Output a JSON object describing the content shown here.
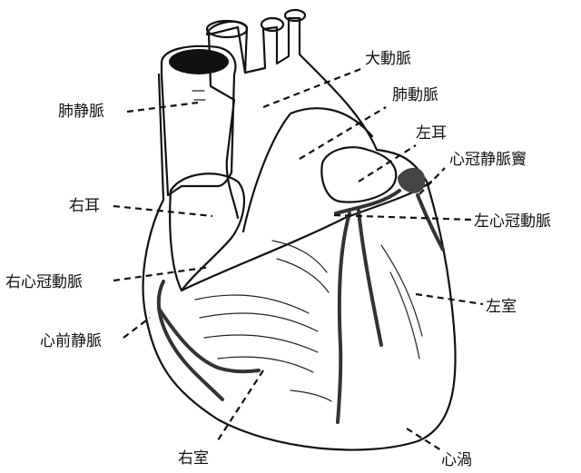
{
  "labels": {
    "aorta": "大動脈",
    "pulmonary_artery": "肺動脈",
    "pulmonary_vein": "肺静脈",
    "left_auricle": "左耳",
    "coronary_sinus": "心冠静脈竇",
    "right_auricle": "右耳",
    "left_coronary_artery": "左心冠動脈",
    "right_coronary_artery": "右心冠動脈",
    "left_ventricle": "左室",
    "anterior_cardiac_vein": "心前静脈",
    "right_ventricle": "右室",
    "apex_vortex": "心渦"
  }
}
